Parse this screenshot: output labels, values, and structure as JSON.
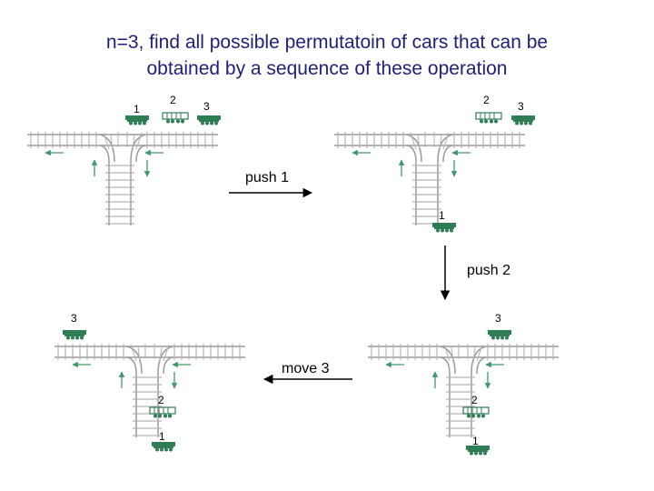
{
  "title_line1": "n=3, find all possible permutatoin of cars that can be",
  "title_line2": "obtained by a sequence of these operation",
  "operations": {
    "push1": "push 1",
    "push2": "push 2",
    "move3": "move 3"
  },
  "car_labels": {
    "s1_a": "1",
    "s1_b": "2",
    "s1_c": "3",
    "s2_a": "2",
    "s2_b": "3",
    "s2_c": "1",
    "s3_a": "3",
    "s3_b": "2",
    "s3_c": "1",
    "s4_a": "3",
    "s4_b": "2",
    "s4_c": "1"
  },
  "colors": {
    "title": "#1f1f7a",
    "track": "#9a9a9a",
    "car": "#2f7d55",
    "arrow_green": "#3c9a6a",
    "op_arrow": "#000000"
  }
}
